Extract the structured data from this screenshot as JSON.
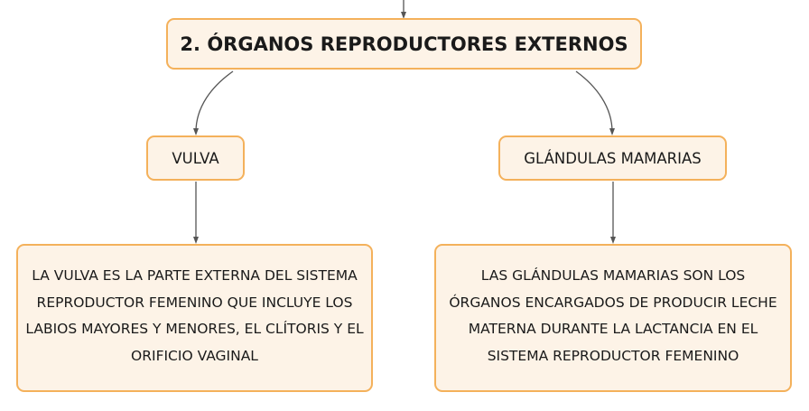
{
  "colors": {
    "node_fill": "#fdf3e7",
    "node_border": "#f4b15b",
    "connector": "#555555",
    "text": "#1a1a1a"
  },
  "diagram": {
    "title": "2. ÓRGANOS REPRODUCTORES EXTERNOS",
    "branches": [
      {
        "label": "VULVA",
        "description": "LA VULVA ES LA PARTE EXTERNA DEL SISTEMA REPRODUCTOR FEMENINO QUE INCLUYE LOS LABIOS MAYORES Y MENORES, EL CLÍTORIS Y EL ORIFICIO VAGINAL"
      },
      {
        "label": "GLÁNDULAS MAMARIAS",
        "description": "LAS GLÁNDULAS MAMARIAS SON LOS ÓRGANOS ENCARGADOS DE PRODUCIR LECHE MATERNA DURANTE LA LACTANCIA EN EL SISTEMA REPRODUCTOR FEMENINO"
      }
    ]
  }
}
